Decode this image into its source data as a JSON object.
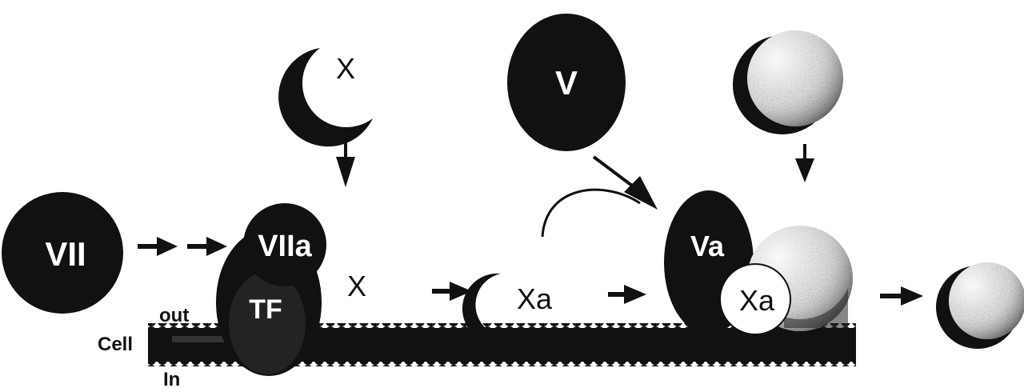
{
  "colors": {
    "dark": "#111111",
    "white": "#ffffff",
    "speckle": "#9a9a9a"
  },
  "labels": {
    "vii": "VII",
    "viia": "VIIa",
    "tf": "TF",
    "x_top": "X",
    "x_mid": "X",
    "v": "V",
    "xa_mid": "Xa",
    "va": "Va",
    "xa_complex": "Xa",
    "out": "out",
    "cell": "Cell",
    "in": "In"
  }
}
